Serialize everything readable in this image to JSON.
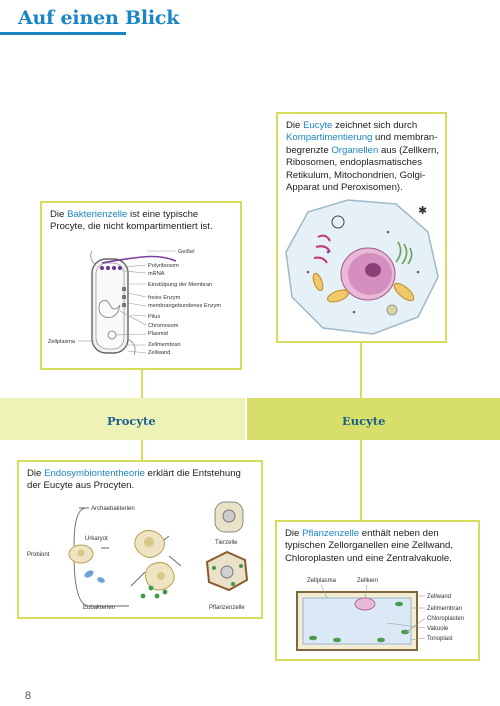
{
  "header": {
    "title": "Auf einen Blick"
  },
  "eucyte_box": {
    "line1_pre": "Die ",
    "line1_hl": "Eucyte",
    "line1_post": " zeichnet sich durch",
    "line2_hl1": "Kompartimentierung",
    "line2_post": " und membran-",
    "line3_pre": "begrenzte ",
    "line3_hl": "Organellen",
    "line3_post": " aus (Zellkern,",
    "line4": "Ribosomen, endoplasmatisches",
    "line5": "Retikulum, Mitochondrien, Golgi-",
    "line6": "Apparat und Peroxisomen)."
  },
  "bacteria_box": {
    "line1_pre": "Die ",
    "line1_hl": "Bakterienzelle",
    "line1_post": " ist eine typische",
    "line2": "Procyte, die nicht kompartimentiert ist.",
    "labels": {
      "geissel": "Geißel",
      "polyribosom": "Polyribosom",
      "mrna": "mRNA",
      "einstuelpung": "Einstülpung der Membran",
      "freies_enzym": "freies Enzym",
      "membran_enzym": "membrangebundenes Enzym",
      "pilus": "Pilus",
      "chromosom": "Chromosom",
      "plasmid": "Plasmid",
      "zellmembran": "Zellmembran",
      "zellwand": "Zellwand",
      "zellplasma": "Zellplasma"
    }
  },
  "bands": {
    "procyte": "Procyte",
    "eucyte": "Eucyte"
  },
  "endosymbiont_box": {
    "line1_pre": "Die ",
    "line1_hl": "Endosymbiontentheorie",
    "line1_post": " erklärt die Entstehung",
    "line2": "der Eucyte aus Procyten.",
    "labels": {
      "archaebakterien": "Archaebakterien",
      "urkaryot": "Urkaryot",
      "probiont": "Probiont",
      "tierzelle": "Tierzelle",
      "eubakterien": "Eubakterien",
      "pflanzenzelle": "Pflanzenzelle"
    }
  },
  "plant_box": {
    "line1_pre": "Die ",
    "line1_hl": "Pflanzenzelle",
    "line1_post": " enthält neben den",
    "line2": "typischen Zellorganellen eine Zellwand,",
    "line3": "Chloroplasten und eine Zentralvakuole.",
    "labels": {
      "zellplasma": "Zellplasma",
      "zellkern": "Zellkern",
      "zellwand": "Zellwand",
      "zellmembran": "Zellmembran",
      "chloroplasten": "Chloroplasten",
      "vakuole": "Vakuole",
      "tonoplast": "Tonoplast"
    }
  },
  "footer": {
    "page_number": "8"
  },
  "colors": {
    "accent_blue": "#1a85c4",
    "frame_green": "#d6dc5c",
    "band_light": "#eef2b7",
    "band_dark": "#d8df68"
  }
}
